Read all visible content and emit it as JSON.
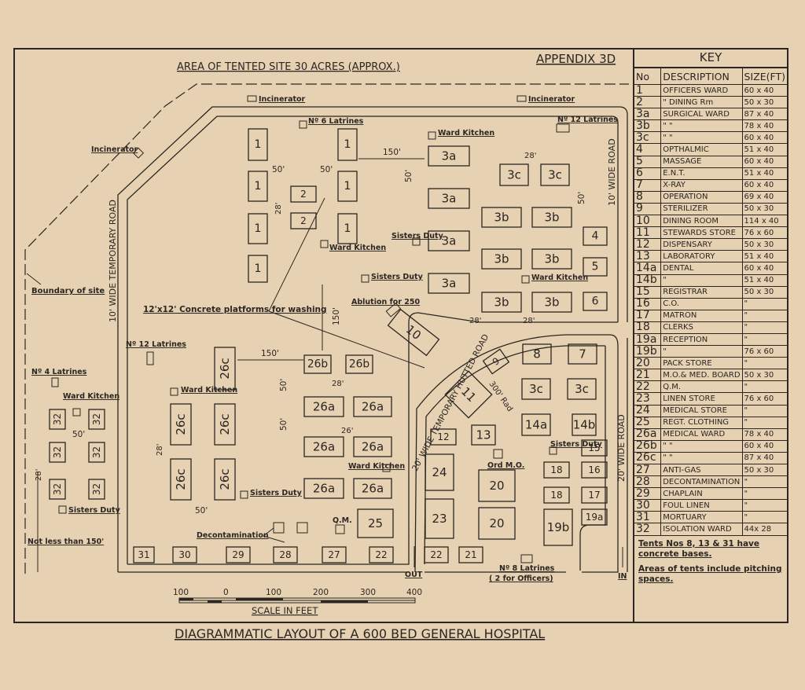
{
  "header": {
    "area": "AREA OF TENTED SITE 30 ACRES (APPROX.)",
    "appendix": "APPENDIX 3D",
    "caption": "DIAGRAMMATIC LAYOUT OF A 600 BED GENERAL HOSPITAL"
  },
  "map": {
    "incinerator": "Incinerator",
    "boundary": "Boundary of site",
    "road_left": "10' WIDE TEMPORARY ROAD",
    "road_right_upper": "10' WIDE ROAD",
    "road_right_lower": "20' WIDE ROAD",
    "road_hutted": "20' WIDE TEMPORARY HUTTED ROAD",
    "rad": "300' Rad",
    "latrines_6": "Nº 6 Latrines",
    "latrines_12": "Nº 12 Latrines",
    "latrines_4": "Nº 4 Latrines",
    "latrines_8": "Nº 8 Latrines",
    "for_officers": "( 2 for Officers)",
    "ward_kitchen": "Ward Kitchen",
    "sisters_duty": "Sisters Duty",
    "ablution": "Ablution for 250",
    "platforms": "12'x12' Concrete platforms for washing",
    "decontamination": "Decontamination",
    "qm": "Q.M.",
    "ord_mo": "Ord M.O.",
    "not_less": "Not less than 150'",
    "out": "OUT",
    "in": "IN",
    "d50": "50'",
    "d28": "28'",
    "d26": "26'",
    "d150": "150'",
    "scale_label": "SCALE IN FEET",
    "scale_ticks": [
      "100",
      "0",
      "100",
      "200",
      "300",
      "400"
    ]
  },
  "key": {
    "title": "KEY",
    "headers": {
      "no": "No",
      "desc": "DESCRIPTION",
      "size": "SIZE(FT)"
    },
    "rows": [
      {
        "no": "1",
        "desc": "OFFICERS WARD",
        "size": "60 x 40"
      },
      {
        "no": "2",
        "desc": "\" DINING Rm",
        "size": "50 x 30"
      },
      {
        "no": "3a",
        "desc": "SURGICAL WARD",
        "size": "87 x 40"
      },
      {
        "no": "3b",
        "desc": "\" \"",
        "size": "78 x 40"
      },
      {
        "no": "3c",
        "desc": "\" \"",
        "size": "60 x 40"
      },
      {
        "no": "4",
        "desc": "OPTHALMIC",
        "size": "51 x 40"
      },
      {
        "no": "5",
        "desc": "MASSAGE",
        "size": "60 x 40"
      },
      {
        "no": "6",
        "desc": "E.N.T.",
        "size": "51 x 40"
      },
      {
        "no": "7",
        "desc": "X-RAY",
        "size": "60 x 40"
      },
      {
        "no": "8",
        "desc": "OPERATION",
        "size": "69 x 40"
      },
      {
        "no": "9",
        "desc": "STERILIZER",
        "size": "50 x 30"
      },
      {
        "no": "10",
        "desc": "DINING ROOM",
        "size": "114 x 40"
      },
      {
        "no": "11",
        "desc": "STEWARDS STORE",
        "size": "76 x 60"
      },
      {
        "no": "12",
        "desc": "DISPENSARY",
        "size": "50 x 30"
      },
      {
        "no": "13",
        "desc": "LABORATORY",
        "size": "51 x 40"
      },
      {
        "no": "14a",
        "desc": "DENTAL",
        "size": "60 x 40"
      },
      {
        "no": "14b",
        "desc": "\"",
        "size": "51 x 40"
      },
      {
        "no": "15",
        "desc": "REGISTRAR",
        "size": "50 x 30"
      },
      {
        "no": "16",
        "desc": "C.O.",
        "size": "\""
      },
      {
        "no": "17",
        "desc": "MATRON",
        "size": "\""
      },
      {
        "no": "18",
        "desc": "CLERKS",
        "size": "\""
      },
      {
        "no": "19a",
        "desc": "RECEPTION",
        "size": "\""
      },
      {
        "no": "19b",
        "desc": "\"",
        "size": "76 x 60"
      },
      {
        "no": "20",
        "desc": "PACK STORE",
        "size": "\""
      },
      {
        "no": "21",
        "desc": "M.O.& MED. BOARD",
        "size": "50 x 30"
      },
      {
        "no": "22",
        "desc": "Q.M.",
        "size": "\""
      },
      {
        "no": "23",
        "desc": "LINEN STORE",
        "size": "76 x 60"
      },
      {
        "no": "24",
        "desc": "MEDICAL STORE",
        "size": "\""
      },
      {
        "no": "25",
        "desc": "REGT. CLOTHING",
        "size": "\""
      },
      {
        "no": "26a",
        "desc": "MEDICAL WARD",
        "size": "78 x 40"
      },
      {
        "no": "26b",
        "desc": "\" \"",
        "size": "60 x 40"
      },
      {
        "no": "26c",
        "desc": "\" \"",
        "size": "87 x 40"
      },
      {
        "no": "27",
        "desc": "ANTI-GAS",
        "size": "50 x 30"
      },
      {
        "no": "28",
        "desc": "DECONTAMINATION",
        "size": "\""
      },
      {
        "no": "29",
        "desc": "CHAPLAIN",
        "size": "\""
      },
      {
        "no": "30",
        "desc": "FOUL LINEN",
        "size": "\""
      },
      {
        "no": "31",
        "desc": "MORTUARY",
        "size": "\""
      },
      {
        "no": "32",
        "desc": "ISOLATION WARD",
        "size": "44x 28"
      }
    ],
    "note1": "Tents Nos 8, 13 & 31 have concrete bases.",
    "note2": "Areas of tents include pitching spaces."
  },
  "tents": [
    {
      "l": "1"
    },
    {
      "l": "1"
    },
    {
      "l": "1"
    },
    {
      "l": "1"
    },
    {
      "l": "1"
    },
    {
      "l": "1"
    },
    {
      "l": "1"
    },
    {
      "l": "2"
    },
    {
      "l": "2"
    },
    {
      "l": "3a"
    },
    {
      "l": "3a"
    },
    {
      "l": "3a"
    },
    {
      "l": "3a"
    },
    {
      "l": "3c"
    },
    {
      "l": "3c"
    },
    {
      "l": "3b"
    },
    {
      "l": "3b"
    },
    {
      "l": "3b"
    },
    {
      "l": "3b"
    },
    {
      "l": "3b"
    },
    {
      "l": "3b"
    },
    {
      "l": "4"
    },
    {
      "l": "5"
    },
    {
      "l": "6"
    },
    {
      "l": "8"
    },
    {
      "l": "7"
    },
    {
      "l": "3c"
    },
    {
      "l": "3c"
    },
    {
      "l": "14a"
    },
    {
      "l": "14b"
    },
    {
      "l": "15"
    },
    {
      "l": "18"
    },
    {
      "l": "16"
    },
    {
      "l": "18"
    },
    {
      "l": "17"
    },
    {
      "l": "19a"
    },
    {
      "l": "19b"
    },
    {
      "l": "12"
    },
    {
      "l": "13"
    },
    {
      "l": "24"
    },
    {
      "l": "20"
    },
    {
      "l": "23"
    },
    {
      "l": "20"
    },
    {
      "l": "26b"
    },
    {
      "l": "26b"
    },
    {
      "l": "26a"
    },
    {
      "l": "26a"
    },
    {
      "l": "26a"
    },
    {
      "l": "26a"
    },
    {
      "l": "26a"
    },
    {
      "l": "26a"
    },
    {
      "l": "25"
    },
    {
      "l": "31"
    },
    {
      "l": "30"
    },
    {
      "l": "29"
    },
    {
      "l": "28"
    },
    {
      "l": "27"
    },
    {
      "l": "22"
    },
    {
      "l": "22"
    },
    {
      "l": "21"
    },
    {
      "l": "26c"
    },
    {
      "l": "26c"
    },
    {
      "l": "26c"
    },
    {
      "l": "26c"
    },
    {
      "l": "26c"
    },
    {
      "l": "32"
    },
    {
      "l": "32"
    },
    {
      "l": "32"
    },
    {
      "l": "32"
    },
    {
      "l": "32"
    },
    {
      "l": "32"
    },
    {
      "l": "10"
    },
    {
      "l": "9"
    },
    {
      "l": "11"
    }
  ]
}
